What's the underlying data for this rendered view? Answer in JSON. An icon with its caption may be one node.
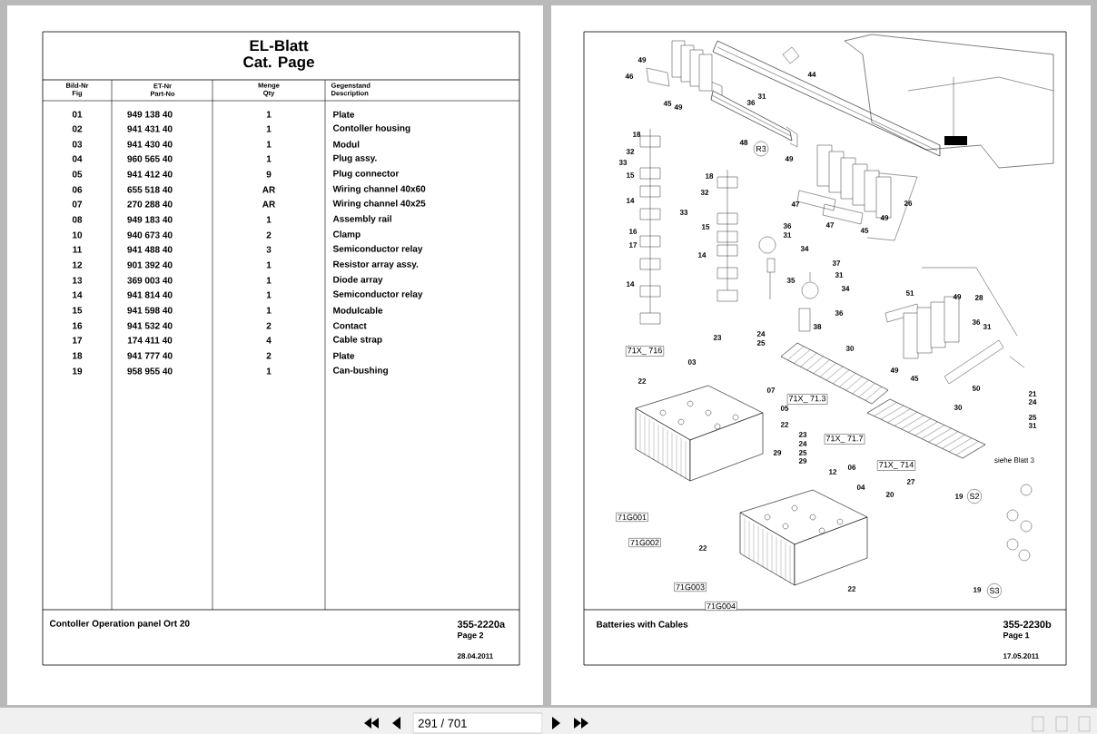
{
  "diagram": {
    "labels": [
      "EL-Blatt",
      "Cat. Page",
      "Bild-Nr Fig",
      "ET-Nr Part-No",
      "Menge Qty",
      "Gegenstand Description",
      "01",
      "949 138 40",
      "1",
      "Plate",
      "02",
      "941 431 40",
      "1",
      "Contoller housing",
      "03",
      "941 430 40",
      "1",
      "Modul",
      "04",
      "960 565 40",
      "1",
      "Plug assy.",
      "05",
      "941 412 40",
      "9",
      "Plug connector",
      "06",
      "655 518 40",
      "AR",
      "Wiring channel 40x60",
      "07",
      "270 288 40",
      "AR",
      "Wiring channel 40x25",
      "08",
      "949 183 40",
      "1",
      "Assembly rail",
      "10",
      "940 673 40",
      "2",
      "Clamp",
      "11",
      "941 488 40",
      "3",
      "Semiconductor relay",
      "12",
      "901 392 40",
      "1",
      "Resistor array assy.",
      "13",
      "369 003 40",
      "1",
      "Diode array",
      "14",
      "941 814 40",
      "1",
      "Semiconductor relay",
      "15",
      "941 598 40",
      "1",
      "Modulcable",
      "16",
      "941 532 40",
      "2",
      "Contact",
      "17",
      "174 411 40",
      "4",
      "Cable strap",
      "18",
      "941 777 40",
      "2",
      "Plate",
      "19",
      "958 955 40",
      "1",
      "Can-bushing",
      "Contoller Operation panel Ort 20",
      "355-2220a",
      "Page 2",
      "28.04.2011",
      "49",
      "46",
      "45",
      "49",
      "44",
      "31",
      "36",
      "18",
      "32",
      "33",
      "15",
      "48",
      "R3",
      "14",
      "49",
      "18",
      "32",
      "33",
      "15",
      "47",
      "47",
      "45",
      "49",
      "26",
      "16",
      "17",
      "36",
      "31",
      "34",
      "14",
      "35",
      "14",
      "37",
      "31",
      "34",
      "36",
      "38",
      "51",
      "49",
      "28",
      "36",
      "31",
      "49",
      "45",
      "50",
      "30",
      "30",
      "21",
      "24",
      "25",
      "31",
      "23",
      "24",
      "25",
      "71X_ 716",
      "03",
      "07",
      "71X_ 71.3",
      "05",
      "22",
      "22",
      "29",
      "23",
      "24",
      "25",
      "29",
      "71X_ 71.7",
      "12",
      "06",
      "71X_ 714",
      "04",
      "27",
      "20",
      "siehe Blatt 3",
      "19",
      "S2",
      "19",
      "S3",
      "71G001",
      "71G002",
      "22",
      "71G003",
      "22",
      "71G004",
      "Batteries with Cables",
      "355-2230b",
      "Page 1",
      "17.05.2011",
      "291 / 701"
    ]
  }
}
